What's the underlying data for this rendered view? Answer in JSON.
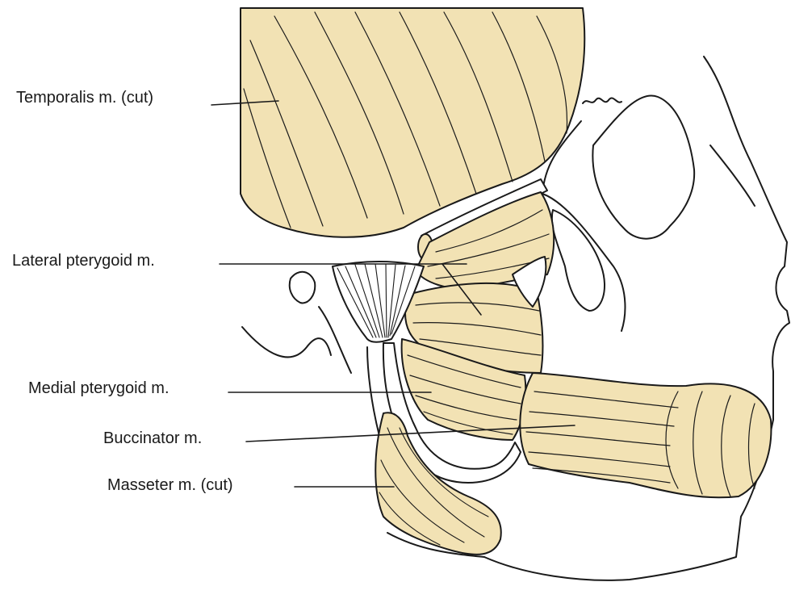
{
  "labels": {
    "temporalis": "Temporalis m. (cut)",
    "lateral_pterygoid": "Lateral pterygoid m.",
    "medial_pterygoid": "Medial pterygoid m.",
    "buccinator": "Buccinator m.",
    "masseter": "Masseter m. (cut)"
  },
  "colors": {
    "muscle_fill": "#f2e2b4",
    "outline": "#1a1a1a",
    "background": "#ffffff"
  }
}
